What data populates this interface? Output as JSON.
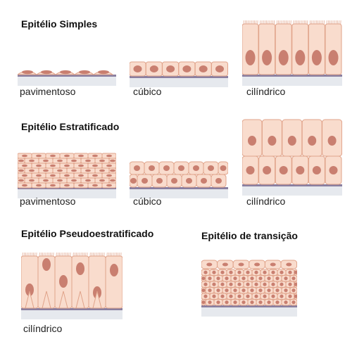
{
  "sections": [
    {
      "title": "Epitélio Simples",
      "items": [
        {
          "label": "pavimentoso"
        },
        {
          "label": "cúbico"
        },
        {
          "label": "cilíndrico"
        }
      ]
    },
    {
      "title": "Epitélio Estratificado",
      "items": [
        {
          "label": "pavimentoso"
        },
        {
          "label": "cúbico"
        },
        {
          "label": "cilíndrico"
        }
      ]
    },
    {
      "title": "Epitélio Pseudoestratificado",
      "items": [
        {
          "label": "cilíndrico"
        }
      ]
    },
    {
      "title": "Epitélio de transição",
      "items": []
    }
  ],
  "colors": {
    "cell_fill": "#f9dccd",
    "cell_stroke": "#e0a38a",
    "nucleus": "#c97f70",
    "basement": "#8a7fa0",
    "connective": "#e6e9ee"
  }
}
